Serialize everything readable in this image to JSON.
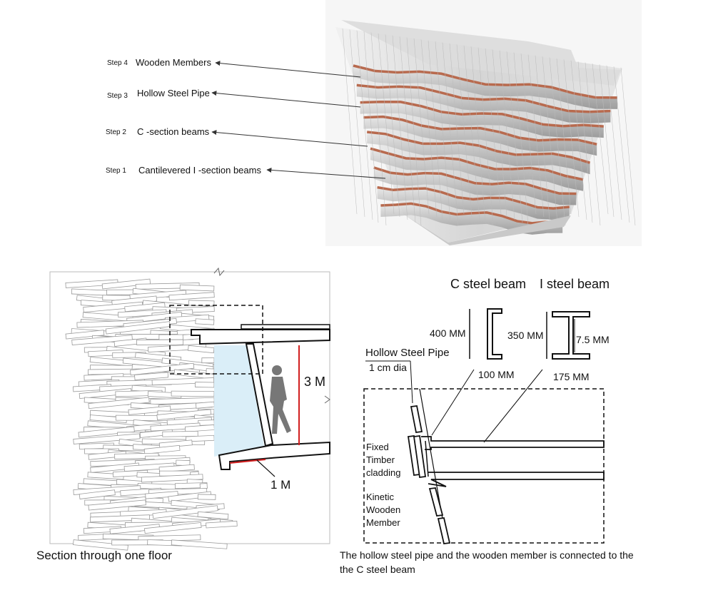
{
  "steps": [
    {
      "num": "Step 4",
      "text": "Wooden Members"
    },
    {
      "num": "Step 3",
      "text": "Hollow Steel Pipe"
    },
    {
      "num": "Step 2",
      "text": "C -section beams"
    },
    {
      "num": "Step 1",
      "text": "Cantilevered I -section beams"
    }
  ],
  "section": {
    "height_label": "3 M",
    "depth_label": "1 M",
    "caption": "Section through one floor"
  },
  "detail": {
    "c_beam_title": "C steel beam",
    "i_beam_title": "I steel beam",
    "c_height": "400 MM",
    "c_width": "100 MM",
    "i_height": "350 MM",
    "i_web": "7.5 MM",
    "i_width": "175 MM",
    "pipe_label": "Hollow Steel Pipe",
    "pipe_dia": "1 cm dia",
    "fixed_label_1": "Fixed",
    "fixed_label_2": "Timber",
    "fixed_label_3": "cladding",
    "kinetic_label_1": "Kinetic",
    "kinetic_label_2": "Wooden",
    "kinetic_label_3": "Member",
    "caption_1": "The hollow steel pipe and the wooden member is connected to the",
    "caption_2": "the C steel beam"
  },
  "colors": {
    "wood": "#b86a4e",
    "steel_gray": "#9a9a9a",
    "glass": "#d6ecf7",
    "red": "#d21f1f",
    "ink": "#111111"
  }
}
